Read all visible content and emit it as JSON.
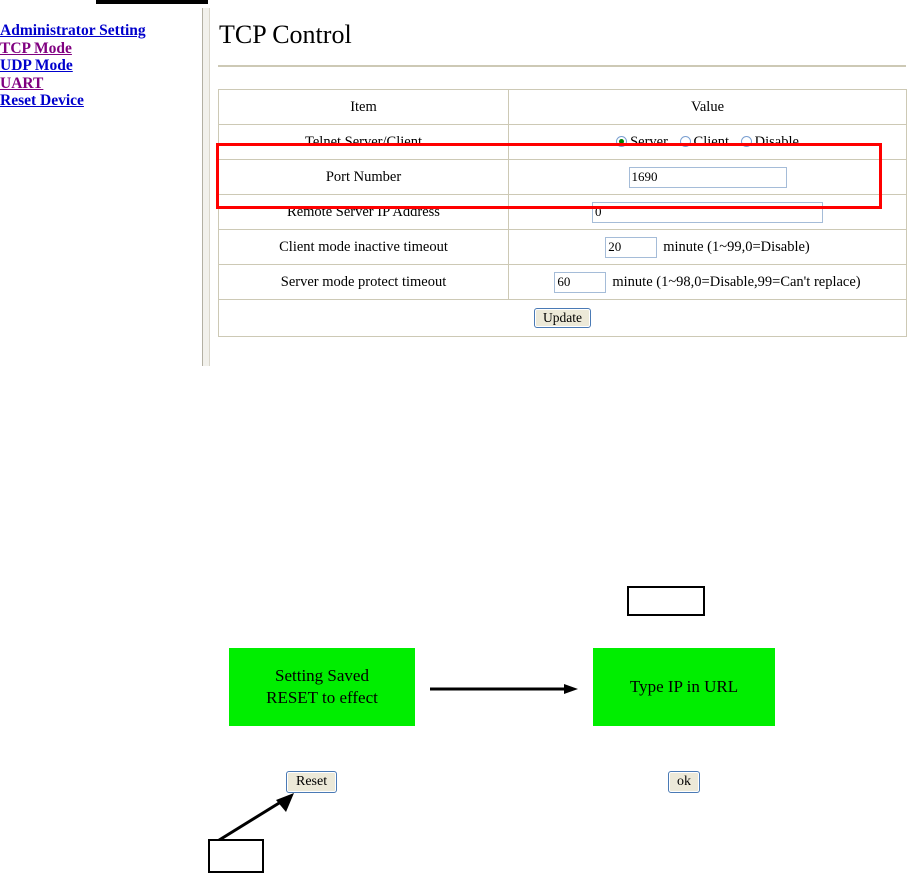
{
  "sidebar": {
    "items": [
      {
        "label": "Administrator Setting",
        "state": "blue"
      },
      {
        "label": "TCP Mode",
        "state": "purple"
      },
      {
        "label": "UDP Mode",
        "state": "blue"
      },
      {
        "label": "UART",
        "state": "purple"
      },
      {
        "label": "Reset Device",
        "state": "blue"
      }
    ]
  },
  "main": {
    "title": "TCP Control",
    "table": {
      "headers": [
        "Item",
        "Value"
      ],
      "rows": [
        {
          "item": "Telnet Server/Client",
          "type": "radio",
          "options": [
            "Server",
            "Client",
            "Disable"
          ],
          "selected": "Server"
        },
        {
          "item": "Port Number",
          "type": "text",
          "value": "1690"
        },
        {
          "item": "Remote Server IP Address",
          "type": "text",
          "value": "0"
        },
        {
          "item": "Client mode inactive timeout",
          "type": "text_hint",
          "value": "20",
          "hint": "minute (1~99,0=Disable)"
        },
        {
          "item": "Server mode protect timeout",
          "type": "text_hint",
          "value": "60",
          "hint": "minute (1~98,0=Disable,99=Can't replace)"
        }
      ],
      "update_label": "Update"
    }
  },
  "annotations": {
    "highlight_color": "#ff0000",
    "green_color": "#00ee00",
    "message_left_line1": "Setting Saved",
    "message_left_line2": "RESET to effect",
    "message_right": "Type IP in URL",
    "reset_label": "Reset",
    "ok_label": "ok",
    "callout_top": "",
    "callout_bottom": ""
  }
}
